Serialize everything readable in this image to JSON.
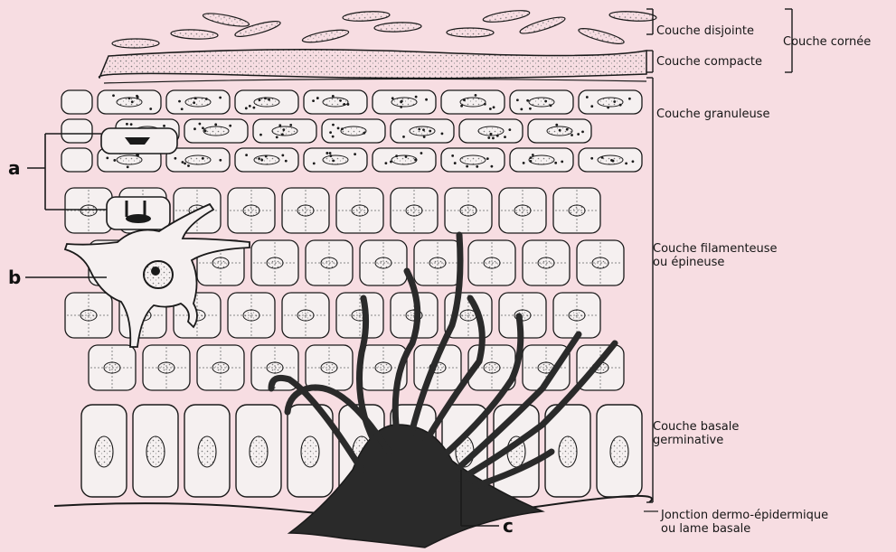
{
  "colors": {
    "background": "#f7dde2",
    "ink": "#1a1a1a",
    "cell_fill": "#f5f0f0",
    "melanocyte": "#2a2a2a"
  },
  "figure": {
    "layers": {
      "disjointe": "Couche disjointe",
      "compacte": "Couche compacte",
      "cornee": "Couche cornée",
      "granuleuse": "Couche granuleuse",
      "filamenteuse_line1": "Couche filamenteuse",
      "filamenteuse_line2": "ou épineuse",
      "basale_line1": "Couche basale",
      "basale_line2": "germinative",
      "jonction_line1": "Jonction dermo-épidermique",
      "jonction_line2": "ou lame basale"
    },
    "markers": {
      "a": "a",
      "b": "b",
      "c": "c"
    }
  }
}
